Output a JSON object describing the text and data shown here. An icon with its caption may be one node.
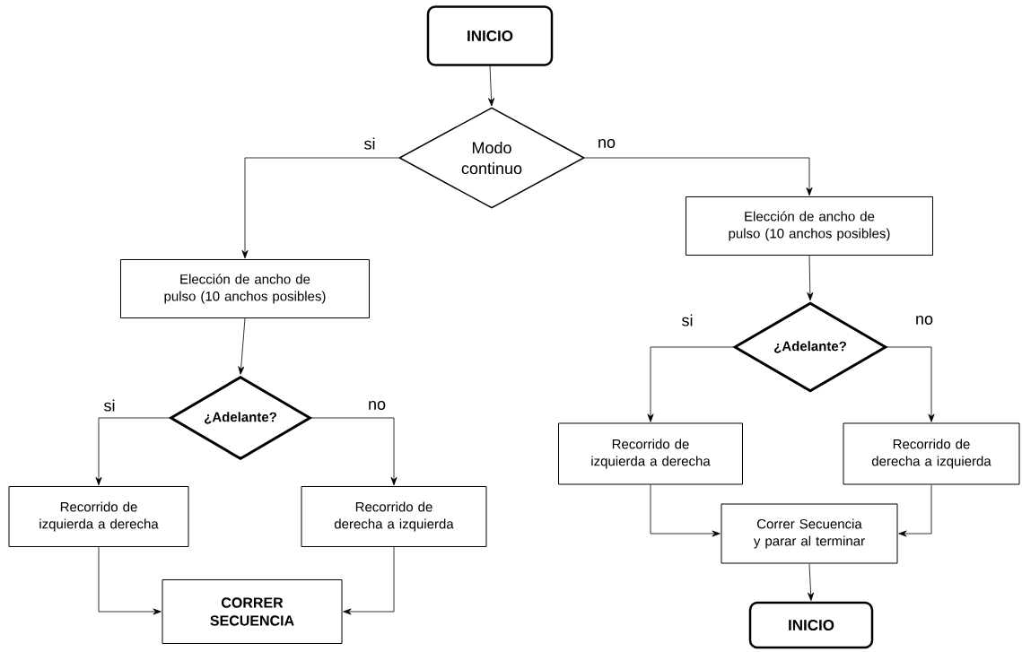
{
  "diagram": {
    "nodes": [
      {
        "text": [
          "INICIO"
        ]
      },
      {
        "text": [
          "Modo continuo"
        ]
      },
      {
        "text": [
          "Elección de ancho de pulso (10 anchos posibles)"
        ]
      },
      {
        "text": [
          "¿Adelante?"
        ]
      },
      {
        "text": [
          "Recorrido de izquierda a derecha"
        ]
      },
      {
        "text": [
          "Recorrido de derecha a izquierda"
        ]
      },
      {
        "text": [
          "CORRER SECUENCIA"
        ]
      },
      {
        "text": [
          "Elección de ancho de pulso (10 anchos posibles)"
        ]
      },
      {
        "text": [
          "¿Adelante?"
        ]
      },
      {
        "text": [
          "Recorrido de izquierda a derecha"
        ]
      },
      {
        "text": [
          "Recorrido de derecha a izquierda"
        ]
      },
      {
        "text": [
          "Correr Secuencia y parar al terminar"
        ]
      },
      {
        "text": [
          "INICIO"
        ]
      }
    ],
    "edges": [
      {
        "from": 0,
        "to": 1,
        "arrow": "to"
      },
      {
        "from": 1,
        "to": 2,
        "arrow": "to",
        "label": "si"
      },
      {
        "from": 1,
        "to": 7,
        "arrow": "to",
        "label": "no"
      },
      {
        "from": 2,
        "to": 3,
        "arrow": "to"
      },
      {
        "from": 3,
        "to": 4,
        "arrow": "to",
        "label": "si"
      },
      {
        "from": 3,
        "to": 5,
        "arrow": "to",
        "label": "no"
      },
      {
        "from": 4,
        "to": 6,
        "arrow": "to"
      },
      {
        "from": 5,
        "to": 6,
        "arrow": "to"
      },
      {
        "from": 7,
        "to": 8,
        "arrow": "to"
      },
      {
        "from": 8,
        "to": 9,
        "arrow": "to",
        "label": "si"
      },
      {
        "from": 8,
        "to": 10,
        "arrow": "to",
        "label": "no"
      },
      {
        "from": 9,
        "to": 11,
        "arrow": "to"
      },
      {
        "from": 10,
        "to": 11,
        "arrow": "to"
      },
      {
        "from": 11,
        "to": 12,
        "arrow": "to"
      }
    ]
  }
}
